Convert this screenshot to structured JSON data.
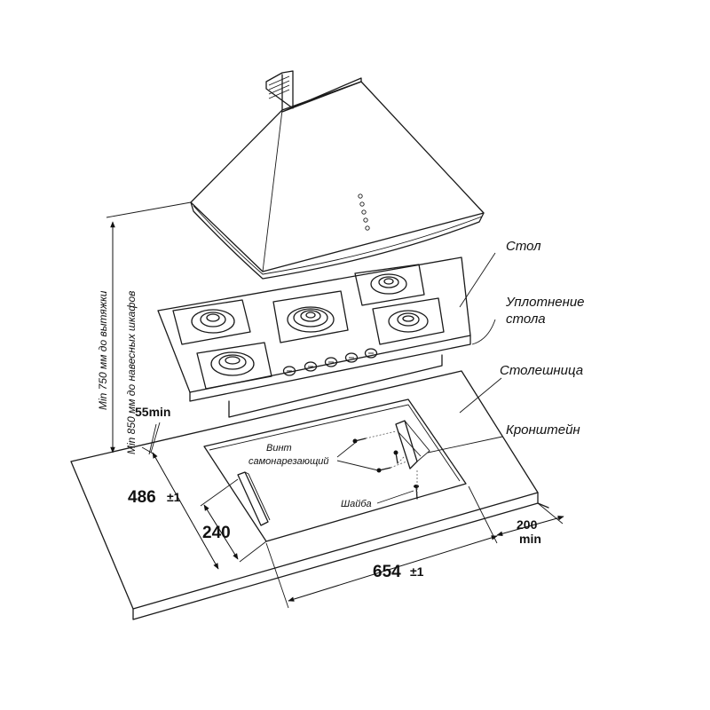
{
  "labels": {
    "stol": "Стол",
    "seal_line1": "Уплотнение",
    "seal_line2": "стола",
    "countertop": "Столешница",
    "bracket": "Кронштейн",
    "screw_line1": "Винт",
    "screw_line2": "самонарезающий",
    "washer": "Шайба",
    "vertical_1": "Min 750 мм до вытяжки",
    "vertical_2": "Min 850 мм до навесных шкафов"
  },
  "dimensions": {
    "gap_min": "55min",
    "depth": "486",
    "depth_tol": "±1",
    "offset": "240",
    "width": "654",
    "width_tol": "±1",
    "rear_value": "200",
    "rear_suffix": "min"
  }
}
